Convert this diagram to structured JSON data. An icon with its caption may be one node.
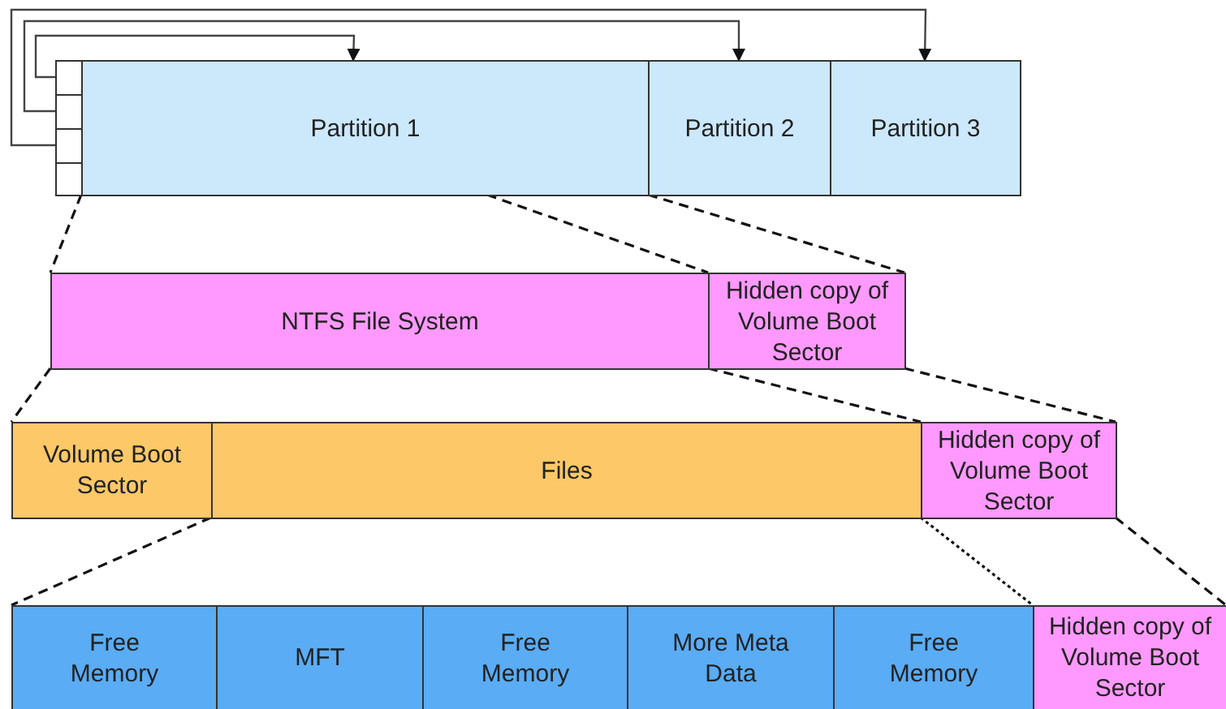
{
  "diagram": {
    "nodes": [
      {
        "text": [],
        "shape": "box"
      },
      {
        "text": [],
        "shape": "box"
      },
      {
        "text": [],
        "shape": "box"
      },
      {
        "text": [],
        "shape": "box"
      },
      {
        "text": [
          "Partition 1"
        ]
      },
      {
        "text": [
          "Partition 2"
        ]
      },
      {
        "text": [
          "Partition 3"
        ]
      },
      {
        "text": [
          "NTFS File System"
        ]
      },
      {
        "text": [
          "Hidden copy of Volume Boot Sector"
        ]
      },
      {
        "text": [
          "Volume Boot Sector"
        ]
      },
      {
        "text": [
          "Files"
        ]
      },
      {
        "text": [
          "Hidden copy of Volume Boot Sector"
        ]
      },
      {
        "text": [
          "Free Memory"
        ]
      },
      {
        "text": [
          "MFT"
        ]
      },
      {
        "text": [
          "Free Memory"
        ]
      },
      {
        "text": [
          "More Meta Data"
        ]
      },
      {
        "text": [
          "Free Memory"
        ]
      },
      {
        "text": [
          "Hidden copy of Volume Boot Sector"
        ]
      }
    ],
    "edges": [
      {
        "from": 0,
        "to": 4,
        "arrow": "to"
      },
      {
        "from": 1,
        "to": 5,
        "arrow": "to"
      },
      {
        "from": 2,
        "to": 6,
        "arrow": "to"
      },
      {
        "from": 4,
        "to": 7,
        "arrow": "none",
        "style": "dashed"
      },
      {
        "from": 4,
        "to": 8,
        "arrow": "none",
        "style": "dashed"
      },
      {
        "from": 4,
        "to": 8,
        "arrow": "none",
        "style": "dashed"
      },
      {
        "from": 7,
        "to": 9,
        "arrow": "none",
        "style": "dashed"
      },
      {
        "from": 8,
        "to": 11,
        "arrow": "none",
        "style": "dashed"
      },
      {
        "from": 8,
        "to": 11,
        "arrow": "none",
        "style": "dashed"
      },
      {
        "from": 10,
        "to": 12,
        "arrow": "none",
        "style": "dashed"
      },
      {
        "from": 11,
        "to": 17,
        "arrow": "none",
        "style": "dashed"
      },
      {
        "from": 11,
        "to": 17,
        "arrow": "none",
        "style": "dashed"
      }
    ]
  }
}
